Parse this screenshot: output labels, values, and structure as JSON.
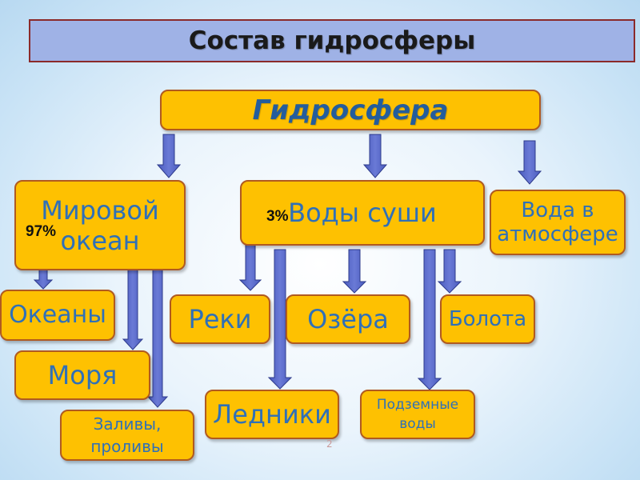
{
  "title": "Состав гидросферы",
  "root": "Гидросфера",
  "level1": {
    "ocean": "Мировой океан",
    "land": "Воды суши",
    "atmo": "Вода в атмосфере"
  },
  "percent": {
    "ocean": "97%",
    "land": "3%"
  },
  "ocean_children": {
    "oceans": "Океаны",
    "seas": "Моря",
    "bays": "Заливы, проливы"
  },
  "land_children": {
    "rivers": "Реки",
    "lakes": "Озёра",
    "swamps": "Болота",
    "glaciers": "Ледники",
    "ground": "Подземные воды"
  },
  "page_number": "2",
  "colors": {
    "box": "#fec101",
    "box_border": "#b05a20",
    "text": "#2f70b8",
    "arrow": "#5565c7",
    "arrow_border": "#2e3b8c",
    "title_bg": "#9fb2e6",
    "title_border": "#8b2a2a"
  }
}
